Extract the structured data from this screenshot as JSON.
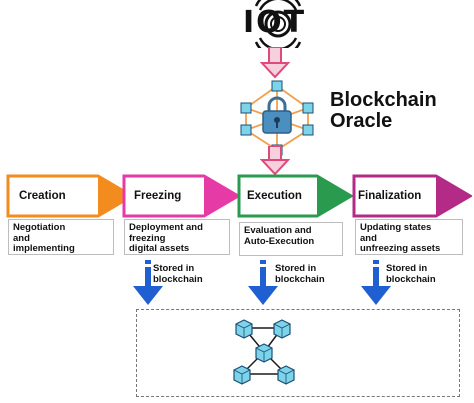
{
  "header": {
    "iot_label": "IOT",
    "oracle_title_line1": "Blockchain",
    "oracle_title_line2": "Oracle"
  },
  "stages": [
    {
      "label": "Creation",
      "color": "#f28c1e",
      "desc_lines": [
        "Negotiation",
        "and",
        "implementing"
      ]
    },
    {
      "label": "Freezing",
      "color": "#e63aa6",
      "desc_lines": [
        "Deployment and",
        "freezing",
        "digital assets"
      ]
    },
    {
      "label": "Execution",
      "color": "#2a9a4f",
      "desc_lines": [
        "Evaluation and",
        "Auto-Execution"
      ]
    },
    {
      "label": "Finalization",
      "color": "#b32b86",
      "desc_lines": [
        "Updating states",
        "and",
        "unfreezing assets"
      ]
    }
  ],
  "storage": [
    {
      "line1": "Stored in",
      "line2": "blockchain"
    },
    {
      "line1": "Stored in",
      "line2": "blockchain"
    },
    {
      "line1": "Stored in",
      "line2": "blockchain"
    }
  ],
  "colors": {
    "pink_arrow": "#e04a7a",
    "blue_arrow": "#1f5fd1",
    "cube_fill": "#7dd3e8",
    "cube_stroke": "#1a4f7a",
    "lock_color": "#4a8fc0",
    "link_color": "#f0a04b"
  },
  "icons": [
    "iot-wifi-icon",
    "blockchain-oracle-lock-icon",
    "blockchain-network-icon"
  ]
}
